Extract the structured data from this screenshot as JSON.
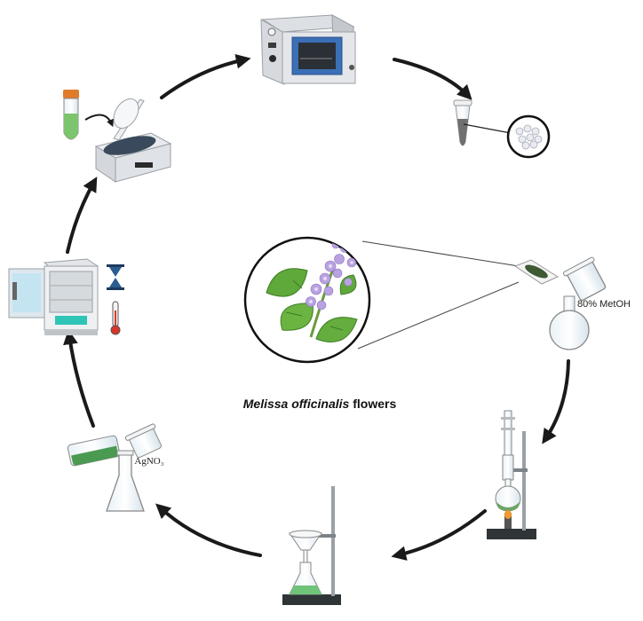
{
  "caption": {
    "species": "Melissa officinalis",
    "suffix": " flowers"
  },
  "labels": {
    "solvent": "80% MetOH",
    "reagent": "AgNO₃"
  },
  "colors": {
    "arrow": "#1a1a1a",
    "leaf": "#5fa83a",
    "flower": "#b8a2e0",
    "extract_green": "#4a9a52",
    "oven_blue": "#3b6fb6",
    "tube_cap": "#e07b2a"
  },
  "icons": [
    "oven-icon",
    "microtube-icon",
    "nanoparticle-inset-icon",
    "plant-inset-icon",
    "powder-dish-icon",
    "beaker-icon",
    "round-flask-icon",
    "soxhlet-icon",
    "filtration-stand-icon",
    "erlenmeyer-flask-icon",
    "incubator-icon",
    "hourglass-icon",
    "thermometer-icon",
    "centrifuge-icon",
    "falcon-tube-icon"
  ]
}
